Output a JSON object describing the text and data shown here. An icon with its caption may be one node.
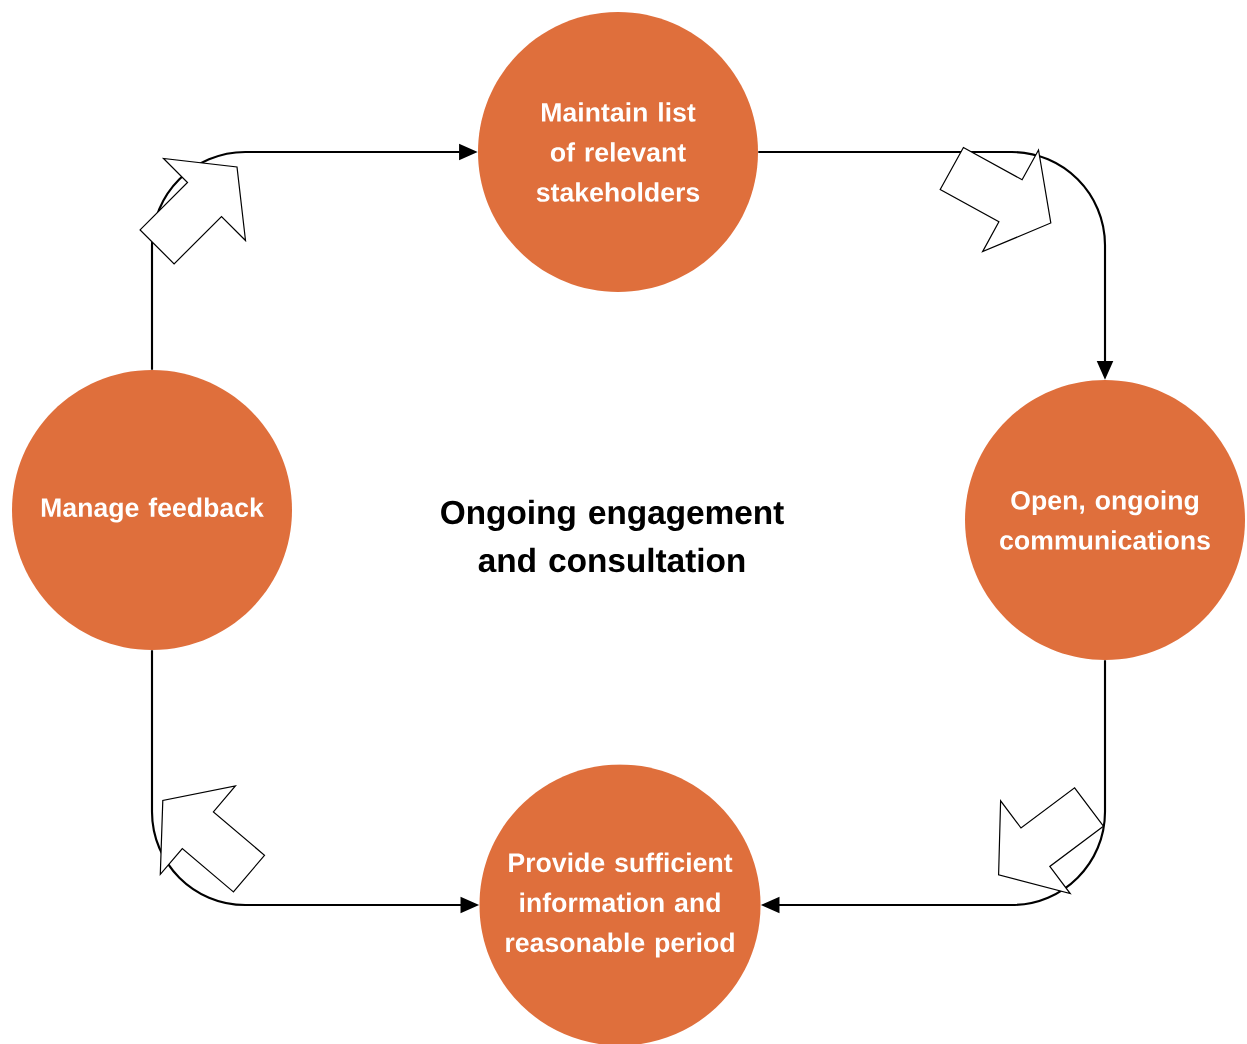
{
  "diagram": {
    "nodes": [
      {
        "text": [
          "Maintain list of relevant stakeholders"
        ]
      },
      {
        "text": [
          "Open, ongoing communications"
        ]
      },
      {
        "text": [
          "Provide sufficient information and reasonable period"
        ]
      },
      {
        "text": [
          "Manage feedback"
        ]
      }
    ],
    "edges": [
      {
        "from": 3,
        "to": 0,
        "arrow": "to"
      },
      {
        "from": 0,
        "to": 1,
        "arrow": "to"
      },
      {
        "from": 1,
        "to": 2,
        "arrow": "to"
      },
      {
        "from": 3,
        "to": 2,
        "arrow": "to"
      }
    ],
    "labels": [
      "Ongoing engagement and consultation"
    ]
  }
}
